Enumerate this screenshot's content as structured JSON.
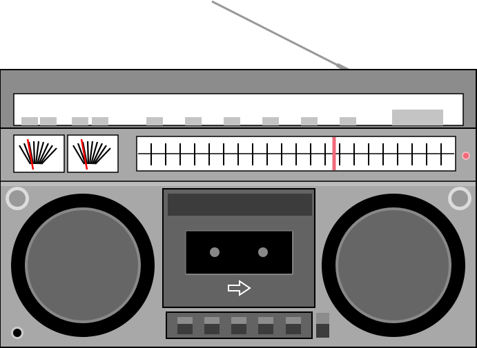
{
  "colors": {
    "body": "#a8a8a8",
    "body_dark": "#8c8c8c",
    "outline": "#000000",
    "handle": "#8c8c8c",
    "handle_slot": "#ffffff",
    "top_buttons": "#c4c4c4",
    "dial_bg": "#ffffff",
    "needle": "#ff0000",
    "tuner_marker": "#f06a7a",
    "indicator_light": "#f06a7a",
    "speaker_ring": "#000000",
    "speaker_cone": "#666666",
    "speaker_rim": "#888888",
    "cassette_panel": "#636363",
    "cassette_window": "#000000",
    "cassette_label": "#3c3c3c",
    "transport_key": "#3c3c3c",
    "transport_key_top": "#8c8c8c",
    "antenna": "#999999"
  },
  "icons": {
    "eject_arrow": "arrow-right-outline-icon",
    "left_meter": "vu-meter-icon",
    "right_meter": "vu-meter-icon"
  },
  "controls": {
    "top_button_count": 10,
    "transport_key_count": 5,
    "tuner_tick_count": 21,
    "tuner_marker_fraction": 0.62
  }
}
